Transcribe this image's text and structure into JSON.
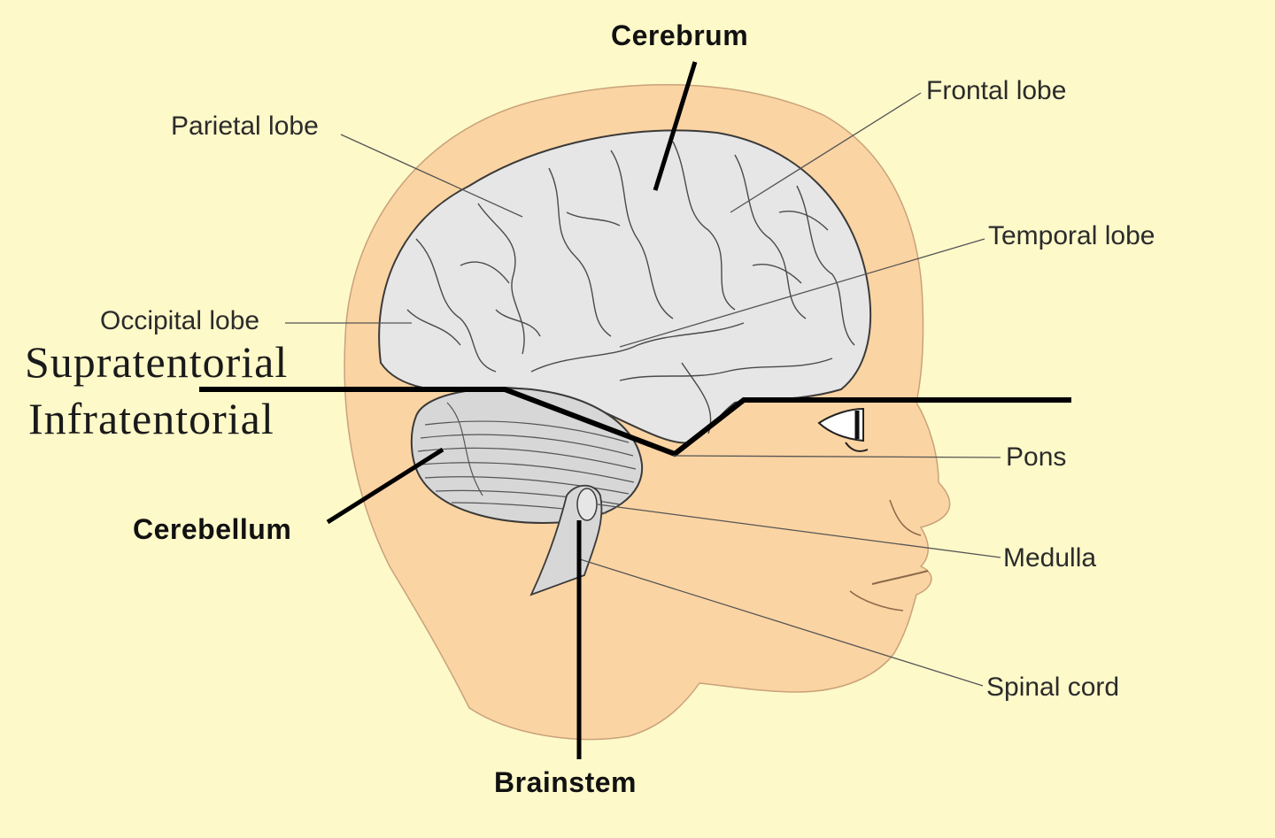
{
  "colors": {
    "background": "#fdf9c9",
    "skin": "#fbd4a3",
    "brain": "#e6e6e6",
    "cerebellum": "#d7d7d7",
    "outline": "#3a3a3a",
    "tentorium_line": "#000000"
  },
  "labels": {
    "cerebrum": "Cerebrum",
    "frontal_lobe": "Frontal lobe",
    "parietal_lobe": "Parietal lobe",
    "temporal_lobe": "Temporal lobe",
    "occipital_lobe": "Occipital lobe",
    "supratentorial": "Supratentorial",
    "infratentorial": "Infratentorial",
    "pons": "Pons",
    "cerebellum": "Cerebellum",
    "medulla": "Medulla",
    "spinal_cord": "Spinal cord",
    "brainstem": "Brainstem"
  }
}
